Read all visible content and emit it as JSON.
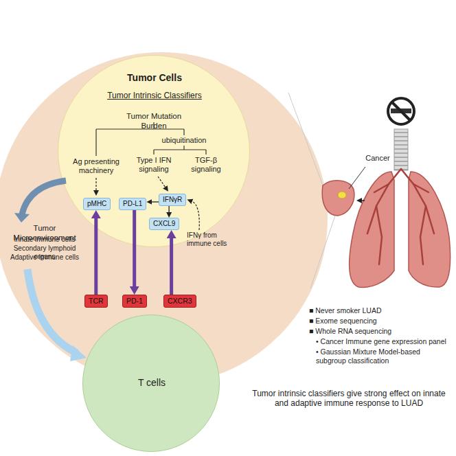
{
  "diagram": {
    "nodes": [
      {
        "text": [
          "Tumor Microenvironment",
          "Innate immune cells",
          "Secondary lymphoid organs",
          "Adaptive immune cells"
        ]
      },
      {
        "text": [
          "Tumor Cells",
          "Tumor Intrinsic Classifiers"
        ],
        "in": 0
      },
      {
        "text": [
          "pMHC"
        ],
        "in": 1
      },
      {
        "text": [
          "PD-L1"
        ],
        "in": 1
      },
      {
        "text": [
          "IFNγR"
        ],
        "in": 1
      },
      {
        "text": [
          "CXCL9"
        ],
        "in": 1
      },
      {
        "text": [
          "TCR"
        ],
        "in": 0
      },
      {
        "text": [
          "PD-1"
        ],
        "in": 0
      },
      {
        "text": [
          "CXCR3"
        ],
        "in": 0
      },
      {
        "text": [
          "T cells"
        ]
      }
    ],
    "edges": [
      {
        "from": 6,
        "to": 2,
        "arrow": "to"
      },
      {
        "from": 3,
        "to": 7,
        "arrow": "to"
      },
      {
        "from": 8,
        "to": 5,
        "arrow": "to"
      },
      {
        "from": 4,
        "to": 3,
        "arrow": "to"
      },
      {
        "from": 4,
        "to": 5,
        "arrow": "to"
      }
    ],
    "labels": [
      "Tumor Mutation Burden",
      "ubiquitination",
      "Ag presenting machinery",
      "Type I IFN signaling",
      "TGF-β signaling",
      "IFNγ from immune cells",
      "Cancer",
      "■ Never smoker LUAD",
      "■ Exome sequencing",
      "■ Whole RNA sequencing",
      "• Cancer Immune gene expression panel",
      "• Gaussian Mixture Model-based subgroup classification",
      "Tumor intrinsic classifiers give strong effect on innate and adaptive immune response to LUAD"
    ]
  }
}
